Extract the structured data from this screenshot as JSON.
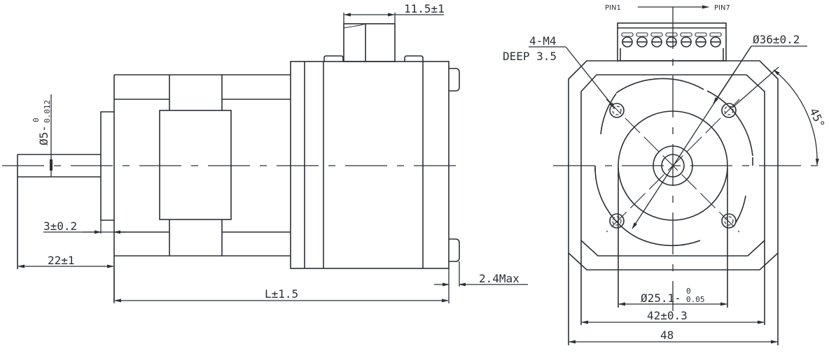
{
  "drawing": {
    "title": "Stepper motor outline dimension drawing",
    "units": "mm",
    "line_color": "#2b3036",
    "background": "#ffffff"
  },
  "side_view": {
    "shaft_diameter": {
      "nominal": "Ø5-",
      "upper": "0",
      "lower": "0.012"
    },
    "pilot_height": "3±0.2",
    "shaft_length": "22±1",
    "body_length": "L±1.5",
    "connector_width": "11.5±1",
    "screw_head_protrusion": "2.4Max"
  },
  "front_view": {
    "connector": {
      "pin_start": "PIN1",
      "pin_end": "PIN7",
      "pin_count": 7
    },
    "mount_holes": {
      "spec": "4-M4",
      "depth": "DEEP 3.5"
    },
    "bolt_circle": "Ø36±0.2",
    "angle": "45°",
    "pilot_diameter": {
      "nominal": "Ø25.1-",
      "upper": "0",
      "lower": "0.05"
    },
    "hole_spacing": "42±0.3",
    "flange_width": "48"
  }
}
